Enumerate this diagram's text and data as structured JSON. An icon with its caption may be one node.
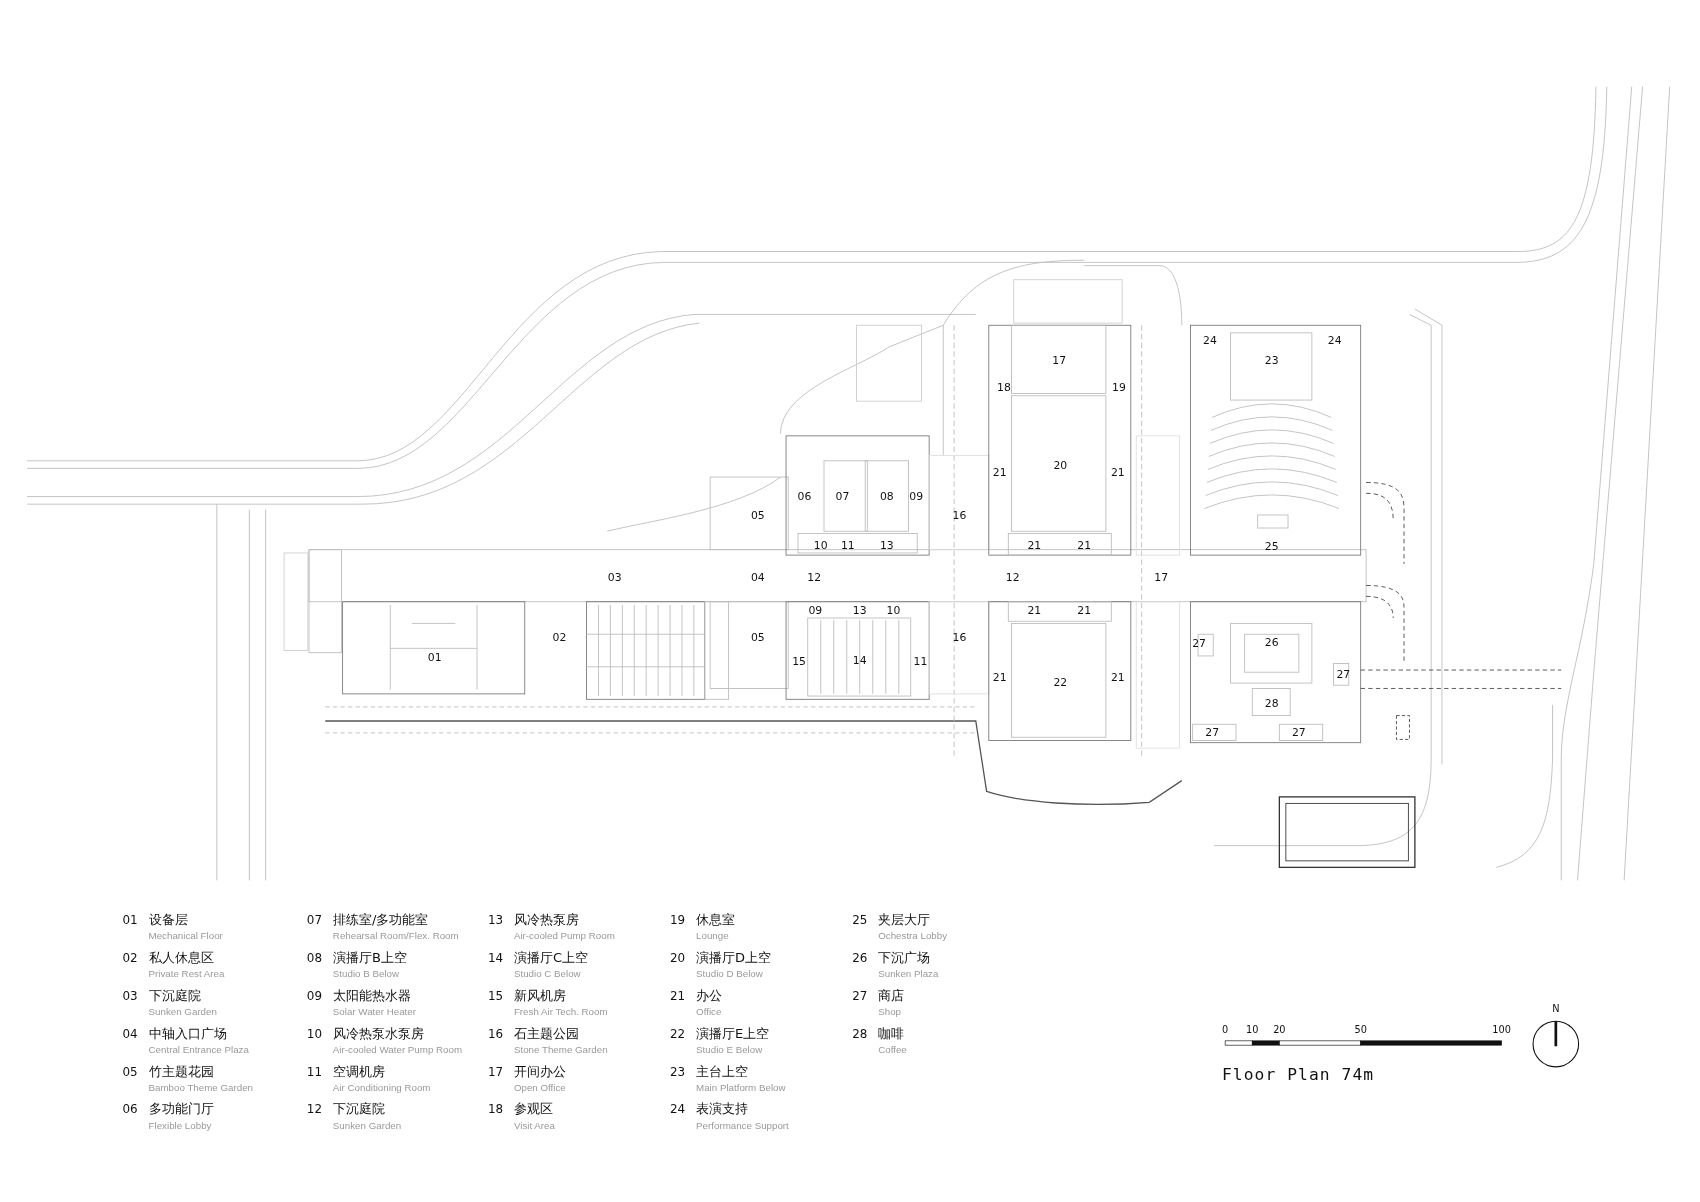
{
  "diagram": {
    "title": "Floor Plan 74m",
    "labels": [
      "17",
      "24",
      "23",
      "24",
      "18",
      "19",
      "21",
      "20",
      "21",
      "06",
      "07",
      "08",
      "09",
      "05",
      "16",
      "10",
      "11",
      "13",
      "21",
      "21",
      "25",
      "03",
      "04",
      "12",
      "12",
      "17",
      "09",
      "13",
      "10",
      "21",
      "21",
      "02",
      "05",
      "16",
      "27",
      "26",
      "15",
      "14",
      "11",
      "01",
      "21",
      "21",
      "22",
      "27",
      "28",
      "27",
      "27",
      "01",
      "设备层",
      "Mechanical Floor",
      "02",
      "私人休息区",
      "Private Rest Area",
      "03",
      "下沉庭院",
      "Sunken Garden",
      "04",
      "中轴入口广场",
      "Central Entrance Plaza",
      "05",
      "竹主题花园",
      "Bamboo Theme Garden",
      "06",
      "多功能门厅",
      "Flexible Lobby",
      "07",
      "排练室/多功能室",
      "Rehearsal Room/Flex. Room",
      "08",
      "演播厅B上空",
      "Studio B Below",
      "09",
      "太阳能热水器",
      "Solar Water Heater",
      "10",
      "风冷热泵水泵房",
      "Air-cooled Water Pump Room",
      "11",
      "空调机房",
      "Air Conditioning Room",
      "12",
      "下沉庭院",
      "Sunken Garden",
      "13",
      "风冷热泵房",
      "Air-cooled Pump Room",
      "14",
      "演播厅C上空",
      "Studio C Below",
      "15",
      "新风机房",
      "Fresh Air Tech. Room",
      "16",
      "石主题公园",
      "Stone Theme Garden",
      "17",
      "开间办公",
      "Open Office",
      "18",
      "参观区",
      "Visit Area",
      "19",
      "休息室",
      "Lounge",
      "20",
      "演播厅D上空",
      "Studio D Below",
      "21",
      "办公",
      "Office",
      "22",
      "演播厅E上空",
      "Studio E Below",
      "23",
      "主台上空",
      "Main Platform Below",
      "24",
      "表演支持",
      "Performance Support",
      "25",
      "夹层大厅",
      "Ochestra Lobby",
      "26",
      "下沉广场",
      "Sunken Plaza",
      "27",
      "商店",
      "Shop",
      "28",
      "咖啡",
      "Coffee",
      "0",
      "10",
      "20",
      "50",
      "100",
      "N"
    ]
  }
}
